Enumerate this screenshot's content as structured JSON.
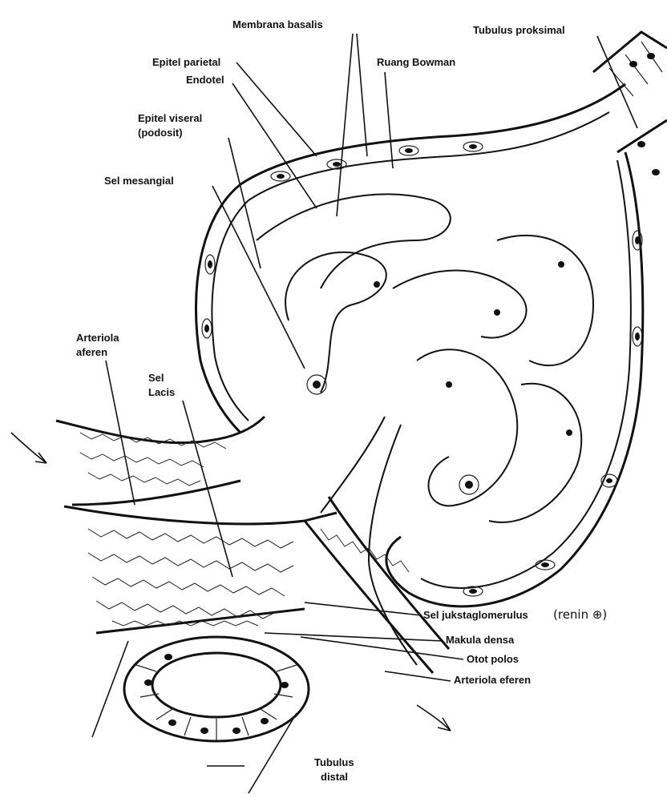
{
  "labels": {
    "membrana_basalis": "Membrana basalis",
    "tubulus_proksimal": "Tubulus proksimal",
    "epitel_parietal": "Epitel parietal",
    "endotel": "Endotel",
    "ruang_bowman": "Ruang Bowman",
    "epitel_viseral_line1": "Epitel viseral",
    "epitel_viseral_line2": "(podosit)",
    "sel_mesangial": "Sel mesangial",
    "arteriola_aferen_line1": "Arteriola",
    "arteriola_aferen_line2": "aferen",
    "sel_lacis_line1": "Sel",
    "sel_lacis_line2": "Lacis",
    "sel_jukstaglomerulus": "Sel jukstaglomerulus",
    "renin_note": "(renin ⊕)",
    "makula_densa": "Makula densa",
    "otot_polos": "Otot polos",
    "arteriola_eferen": "Arteriola eferen",
    "tubulus_distal_line1": "Tubulus",
    "tubulus_distal_line2": "distal"
  },
  "colors": {
    "ink": "#111111",
    "paper": "#ffffff"
  }
}
